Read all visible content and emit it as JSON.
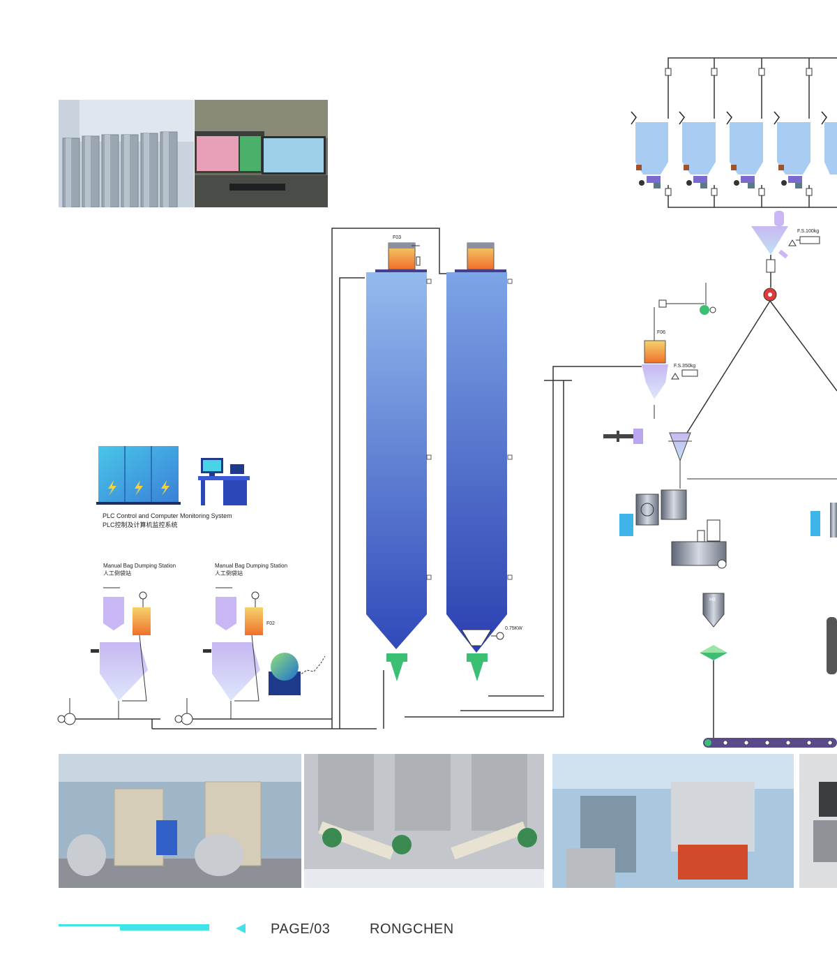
{
  "labels": {
    "plc_en": "PLC Control and Computer Monitoring System",
    "plc_cn": "PLC控制及计算机监控系统",
    "bag1_en": "Manual Bag Dumping Station",
    "bag1_cn": "人工倒袋站",
    "bag2_en": "Manual Bag Dumping Station",
    "bag2_cn": "人工倒袋站",
    "f02": "F02",
    "f03": "F03",
    "f06": "F06",
    "h8": "H8",
    "motor_power": "0.75KW",
    "scale_100": "F.S.100kg",
    "scale_350": "F.S.350kg"
  },
  "footer": {
    "page": "PAGE/03",
    "brand": "RONGCHEN"
  },
  "colors": {
    "accent_cyan": "#3fe3e8",
    "silo_top": "#8fb6ec",
    "silo_bottom": "#2f46b8",
    "hopper_light": "#a9ccf3",
    "lavender": "#c9b6f4",
    "green": "#3bbf72",
    "heater_orange": "#f29a2e"
  },
  "icons": [
    "plc-cabinet-icon",
    "computer-desk-icon",
    "arrow-left-icon"
  ]
}
